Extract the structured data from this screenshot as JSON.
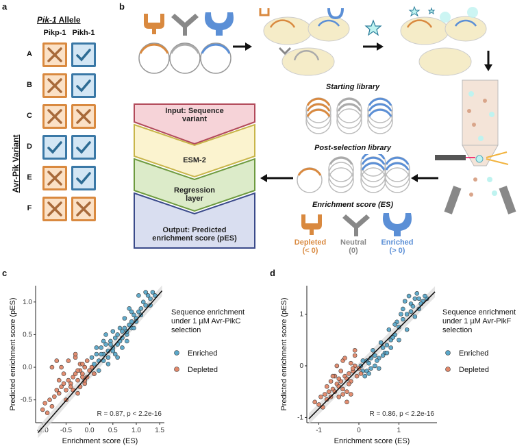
{
  "panels": {
    "a": "a",
    "b": "b",
    "c": "c",
    "d": "d"
  },
  "panel_a": {
    "allele_title_italic": "Pik-1",
    "allele_title_rest": " Allele",
    "columns": [
      "Pikp-1",
      "Pikh-1"
    ],
    "variant_axis_label": "Avr-Pik Variant",
    "rows": [
      {
        "label": "A",
        "cells": [
          "x",
          "check"
        ]
      },
      {
        "label": "B",
        "cells": [
          "x",
          "check"
        ]
      },
      {
        "label": "C",
        "cells": [
          "x",
          "x"
        ]
      },
      {
        "label": "D",
        "cells": [
          "check",
          "check"
        ]
      },
      {
        "label": "E",
        "cells": [
          "x",
          "check"
        ]
      },
      {
        "label": "F",
        "cells": [
          "x",
          "x"
        ]
      }
    ],
    "colors": {
      "fail_border": "#d9893f",
      "fail_fill": "#fbe1c6",
      "pass_border": "#3a78a6",
      "pass_fill": "#d3e6f4"
    }
  },
  "panel_b": {
    "model_steps": [
      {
        "line1": "Input: Sequence",
        "line2": "variant",
        "color": "#f6d3d8",
        "border": "#b24a5a"
      },
      {
        "line1": "ESM-2",
        "line2": "",
        "color": "#fbf3cf",
        "border": "#c8b54a"
      },
      {
        "line1": "Regression",
        "line2": "layer",
        "color": "#dcebc9",
        "border": "#6d9a3f"
      },
      {
        "line1": "Output: Predicted",
        "line2": "enrichment score (pES)",
        "color": "#d9def0",
        "border": "#3a4a8a"
      }
    ],
    "starting_library": "Starting library",
    "post_selection_library": "Post-selection library",
    "enrichment_score_title": "Enrichment score (ES)",
    "categories": [
      {
        "name": "Depleted",
        "value": "(< 0)",
        "color": "#d9893f"
      },
      {
        "name": "Neutral",
        "value": "(0)",
        "color": "#888888"
      },
      {
        "name": "Enriched",
        "value": "(> 0)",
        "color": "#5b8fd6"
      }
    ]
  },
  "chart_data": [
    {
      "type": "scatter",
      "xlabel": "Enrichment score (ES)",
      "ylabel": "Predicted enrichment score (pES)",
      "xlim": [
        -1.15,
        1.6
      ],
      "ylim": [
        -0.85,
        1.25
      ],
      "xticks": [
        -1.0,
        -0.5,
        0.0,
        0.5,
        1.0,
        1.5
      ],
      "xtick_labels": [
        "-1.0",
        "-0.5",
        "0.0",
        "0.5",
        "1.0",
        "1.5"
      ],
      "yticks": [
        -0.5,
        0.0,
        0.5,
        1.0
      ],
      "ytick_labels": [
        "-0.5",
        "0.0",
        "0.5",
        "1.0"
      ],
      "fit_line": {
        "slope": 0.82,
        "intercept": -0.1
      },
      "annotation": "R = 0.87, p < 2.2e-16",
      "legend_title": [
        "Sequence enrichment",
        "under 1 µM Avr-PikC",
        "selection"
      ],
      "series": [
        {
          "name": "Enriched",
          "color": "#5aa7c9",
          "x": [
            0.05,
            0.1,
            0.15,
            0.2,
            0.25,
            0.3,
            0.35,
            0.4,
            0.45,
            0.5,
            0.55,
            0.6,
            0.65,
            0.7,
            0.75,
            0.8,
            0.85,
            0.9,
            0.95,
            1.0,
            1.05,
            1.1,
            1.15,
            1.2,
            1.25,
            1.3,
            1.35,
            1.4,
            0.2,
            0.3,
            0.4,
            0.5,
            0.6,
            0.7,
            0.8,
            0.9,
            1.0,
            1.1,
            0.15,
            0.25,
            0.35,
            0.45,
            0.55,
            0.65,
            0.75,
            0.85,
            0.95,
            1.05,
            0.1,
            0.3,
            0.5,
            0.7,
            0.9,
            1.2,
            1.3,
            0.6,
            0.4,
            0.8
          ],
          "y": [
            0.15,
            0.05,
            0.2,
            0.1,
            0.3,
            0.2,
            0.35,
            0.25,
            0.4,
            0.3,
            0.45,
            0.5,
            0.4,
            0.55,
            0.6,
            0.5,
            0.65,
            0.7,
            0.8,
            0.75,
            0.85,
            0.9,
            1.0,
            0.95,
            1.1,
            1.05,
            1.15,
            1.1,
            -0.05,
            0.1,
            0.15,
            0.25,
            0.35,
            0.45,
            0.55,
            0.6,
            0.7,
            0.8,
            0.3,
            0.2,
            0.5,
            0.35,
            0.2,
            0.6,
            0.75,
            0.9,
            0.6,
            1.1,
            -0.1,
            0.4,
            0.55,
            0.3,
            0.85,
            1.15,
            0.95,
            0.15,
            0.05,
            0.4
          ]
        },
        {
          "name": "Depleted",
          "color": "#e2886a",
          "x": [
            -1.0,
            -0.95,
            -0.9,
            -0.85,
            -0.8,
            -0.75,
            -0.7,
            -0.65,
            -0.6,
            -0.55,
            -0.5,
            -0.45,
            -0.4,
            -0.35,
            -0.3,
            -0.25,
            -0.2,
            -0.15,
            -0.1,
            -0.05,
            0.0,
            -0.6,
            -0.5,
            -0.4,
            -0.3,
            -0.2,
            -0.1,
            -0.45,
            -0.35,
            -0.25,
            -0.15,
            -0.05,
            -0.7,
            -0.8,
            -0.3,
            -0.2,
            -0.1,
            0.05,
            0.1,
            -0.55,
            -0.65,
            -0.25,
            -0.15
          ],
          "y": [
            -0.65,
            -0.55,
            -0.7,
            -0.5,
            -0.6,
            -0.45,
            -0.35,
            -0.4,
            -0.3,
            -0.25,
            -0.35,
            -0.2,
            -0.25,
            -0.15,
            -0.1,
            -0.2,
            -0.05,
            -0.1,
            0.0,
            -0.15,
            -0.05,
            0.0,
            -0.5,
            -0.3,
            0.15,
            0.05,
            -0.25,
            0.1,
            -0.35,
            -0.05,
            0.05,
            0.1,
            0.1,
            0.0,
            0.2,
            -0.3,
            -0.2,
            0.0,
            -0.1,
            -0.1,
            -0.2,
            -0.4,
            -0.15
          ]
        }
      ]
    },
    {
      "type": "scatter",
      "xlabel": "Enrichment score (ES)",
      "ylabel": "Predicted enrichment score (pES)",
      "xlim": [
        -1.3,
        1.95
      ],
      "ylim": [
        -1.1,
        1.55
      ],
      "xticks": [
        -1,
        0,
        1
      ],
      "xtick_labels": [
        "-1",
        "0",
        "1"
      ],
      "yticks": [
        -1,
        0,
        1
      ],
      "ytick_labels": [
        "-1",
        "0",
        "1"
      ],
      "fit_line": {
        "slope": 0.78,
        "intercept": -0.05
      },
      "annotation": "R = 0.86, p < 2.2e-16",
      "legend_title": [
        "Sequence enrichment",
        "under 1 µM Avr-PikF",
        "selection"
      ],
      "series": [
        {
          "name": "Enriched",
          "color": "#5aa7c9",
          "x": [
            0.05,
            0.1,
            0.2,
            0.3,
            0.4,
            0.5,
            0.6,
            0.7,
            0.8,
            0.9,
            1.0,
            1.1,
            1.2,
            1.3,
            1.4,
            1.5,
            1.6,
            1.7,
            0.15,
            0.25,
            0.35,
            0.45,
            0.55,
            0.65,
            0.75,
            0.85,
            0.95,
            1.05,
            1.15,
            1.25,
            1.35,
            1.45,
            1.55,
            0.2,
            0.4,
            0.6,
            0.8,
            1.0,
            1.2,
            1.4,
            0.3,
            0.5,
            0.7,
            0.9,
            1.1,
            1.3,
            1.5,
            1.65,
            0.1,
            0.25
          ],
          "y": [
            0.0,
            -0.1,
            0.1,
            -0.05,
            0.2,
            0.15,
            0.35,
            0.4,
            0.5,
            0.6,
            0.75,
            0.9,
            1.0,
            1.2,
            1.3,
            1.1,
            1.25,
            1.3,
            -0.2,
            0.05,
            0.3,
            0.1,
            0.45,
            0.25,
            0.7,
            0.55,
            0.85,
            1.0,
            1.25,
            1.35,
            1.15,
            1.4,
            1.2,
            -0.1,
            0.0,
            0.2,
            0.35,
            0.5,
            0.7,
            0.95,
            0.15,
            -0.05,
            0.25,
            0.8,
            1.1,
            1.05,
            1.3,
            1.35,
            0.1,
            -0.15
          ]
        },
        {
          "name": "Depleted",
          "color": "#e2886a",
          "x": [
            -1.1,
            -1.0,
            -0.95,
            -0.9,
            -0.85,
            -0.8,
            -0.75,
            -0.7,
            -0.65,
            -0.6,
            -0.55,
            -0.5,
            -0.45,
            -0.4,
            -0.35,
            -0.3,
            -0.25,
            -0.2,
            -0.15,
            -0.1,
            -0.05,
            0.0,
            -0.6,
            -0.5,
            -0.4,
            -0.3,
            -0.2,
            -0.1,
            -0.7,
            -0.8,
            -0.45,
            -0.35,
            -0.25,
            -0.15,
            -0.55,
            -0.65,
            -0.2,
            -0.1,
            0.05,
            -0.3,
            -0.4,
            -0.5
          ],
          "y": [
            -0.7,
            -0.75,
            -0.6,
            -0.8,
            -0.55,
            -0.65,
            -0.5,
            -0.6,
            -0.45,
            -0.5,
            -0.35,
            -0.4,
            -0.3,
            -0.45,
            -0.2,
            -0.25,
            -0.15,
            -0.3,
            -0.1,
            0.0,
            -0.2,
            -0.05,
            -0.2,
            -0.6,
            0.1,
            -0.5,
            0.05,
            0.2,
            -0.3,
            -0.4,
            -0.1,
            0.15,
            -0.35,
            -0.05,
            0.0,
            -0.2,
            -0.55,
            0.3,
            -0.15,
            -0.7,
            -0.55,
            -0.25
          ]
        }
      ]
    }
  ]
}
